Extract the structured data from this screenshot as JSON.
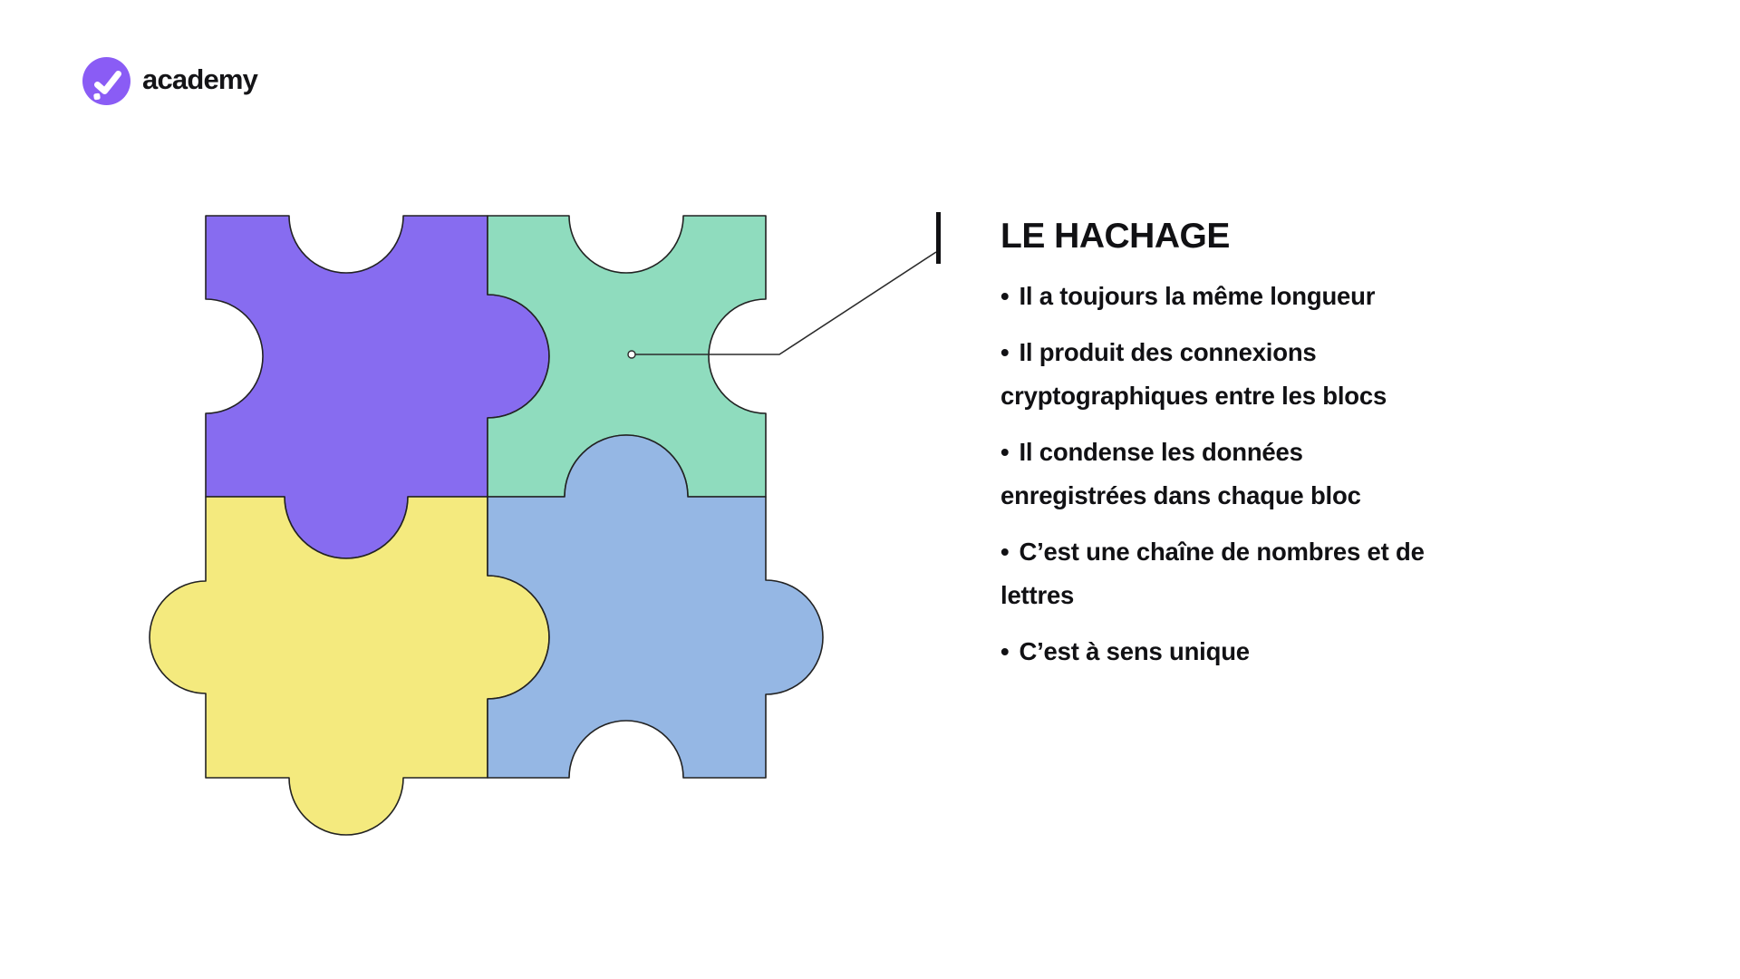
{
  "logo": {
    "brand": "academy",
    "mark_color": "#8A5CF5",
    "check_color": "#ffffff"
  },
  "callout": {
    "title": "LE HACHAGE",
    "bullet_char": "•",
    "bullets": [
      "Il a toujours la même longueur",
      "Il produit des connexions\ncryptographiques entre les blocs",
      "Il condense les données\nenregistrées dans chaque bloc",
      "C’est une chaîne de nombres et de\nlettres",
      "C’est à sens unique"
    ]
  },
  "puzzle": {
    "outline_color": "#222222",
    "pieces": [
      {
        "id": "top-left",
        "color": "#876CF0"
      },
      {
        "id": "top-right",
        "color": "#8FDCBE"
      },
      {
        "id": "bottom-left",
        "color": "#F4EA7E"
      },
      {
        "id": "bottom-right",
        "color": "#95B7E4"
      }
    ],
    "connector": {
      "line_color": "#2b2b2b",
      "dot_fill": "#ffffff"
    }
  }
}
